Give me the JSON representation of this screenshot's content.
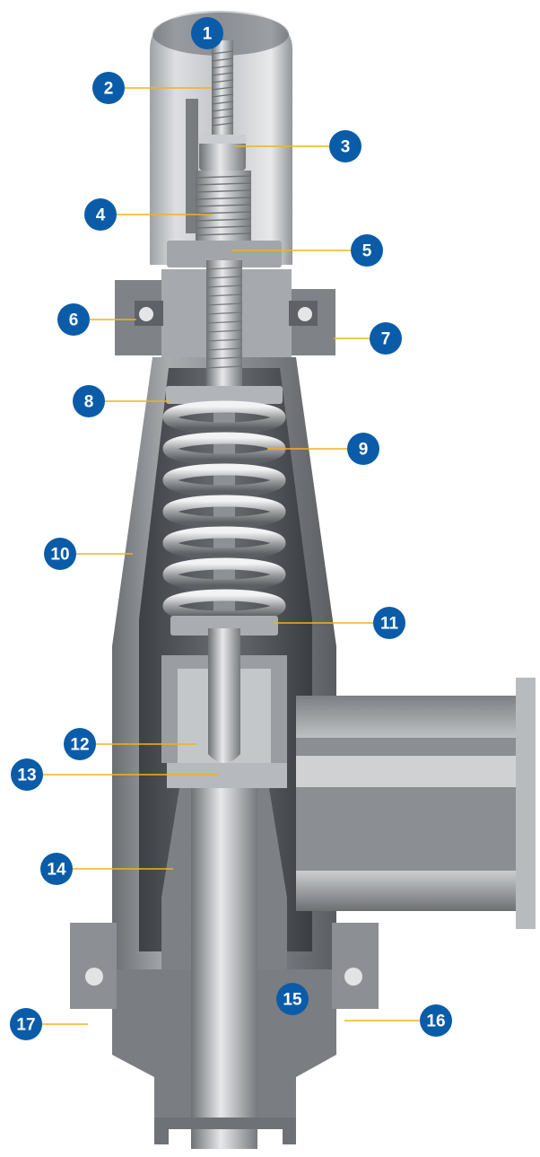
{
  "diagram": {
    "subject": "valve-cutaway",
    "colors": {
      "badge": "#0a5ca8",
      "badge_text": "#ffffff",
      "leader": "#f2b21b",
      "metal_dark": "#5f6266",
      "metal_mid": "#9ea1a4",
      "metal_light": "#d9dbdd",
      "cap_glass": "#c9ccd0"
    },
    "callouts": [
      {
        "number": "1"
      },
      {
        "number": "2"
      },
      {
        "number": "3"
      },
      {
        "number": "4"
      },
      {
        "number": "5"
      },
      {
        "number": "6"
      },
      {
        "number": "7"
      },
      {
        "number": "8"
      },
      {
        "number": "9"
      },
      {
        "number": "10"
      },
      {
        "number": "11"
      },
      {
        "number": "12"
      },
      {
        "number": "13"
      },
      {
        "number": "14"
      },
      {
        "number": "15"
      },
      {
        "number": "16"
      },
      {
        "number": "17"
      }
    ]
  }
}
